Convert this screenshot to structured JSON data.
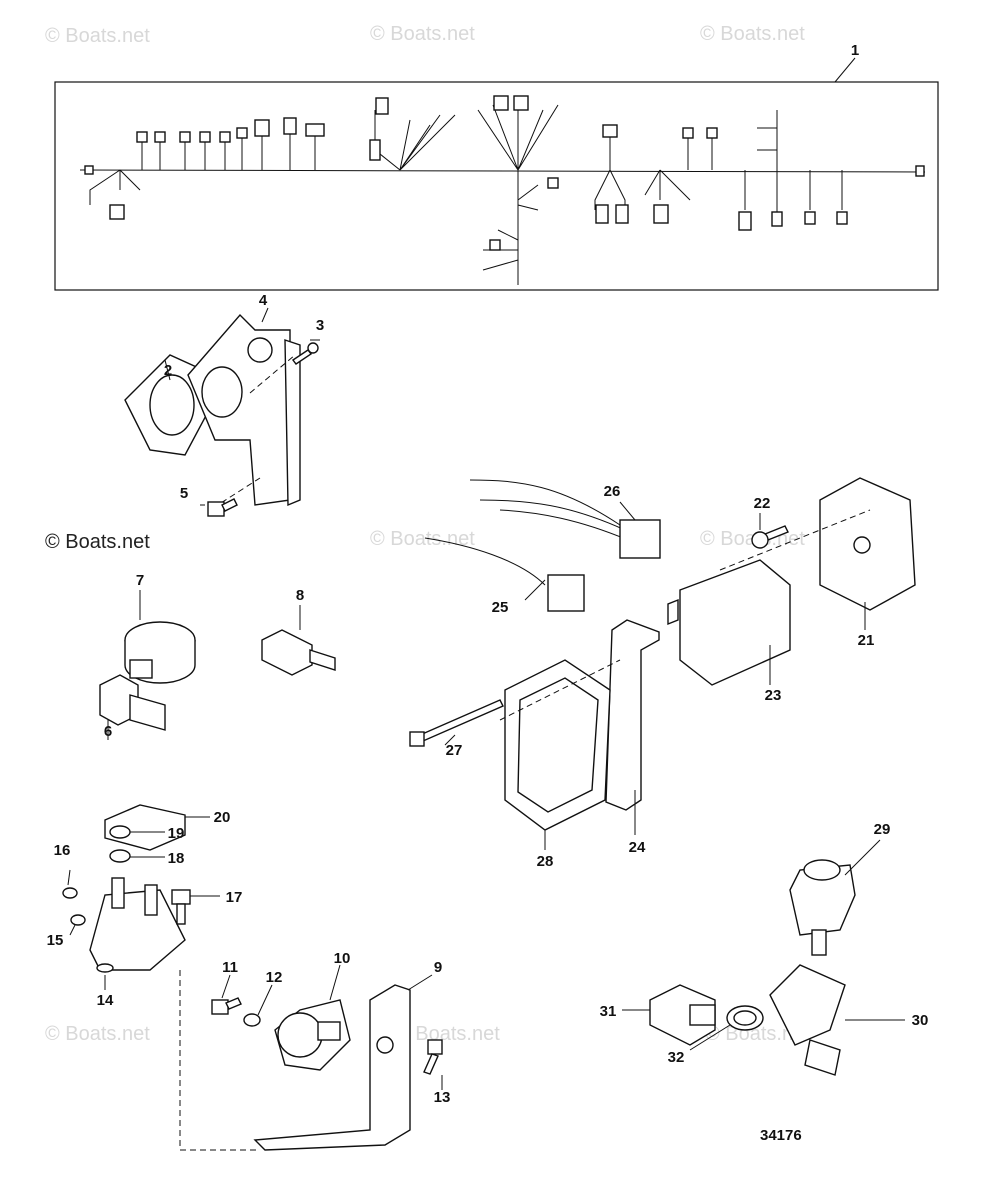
{
  "watermark": "© Boats.net",
  "copyright": "© Boats.net",
  "diagram_number": "34176",
  "callouts": [
    "1",
    "2",
    "3",
    "4",
    "5",
    "6",
    "7",
    "8",
    "9",
    "10",
    "11",
    "12",
    "13",
    "14",
    "15",
    "16",
    "17",
    "18",
    "19",
    "20",
    "21",
    "22",
    "23",
    "24",
    "25",
    "26",
    "27",
    "28",
    "29",
    "30",
    "31",
    "32"
  ]
}
